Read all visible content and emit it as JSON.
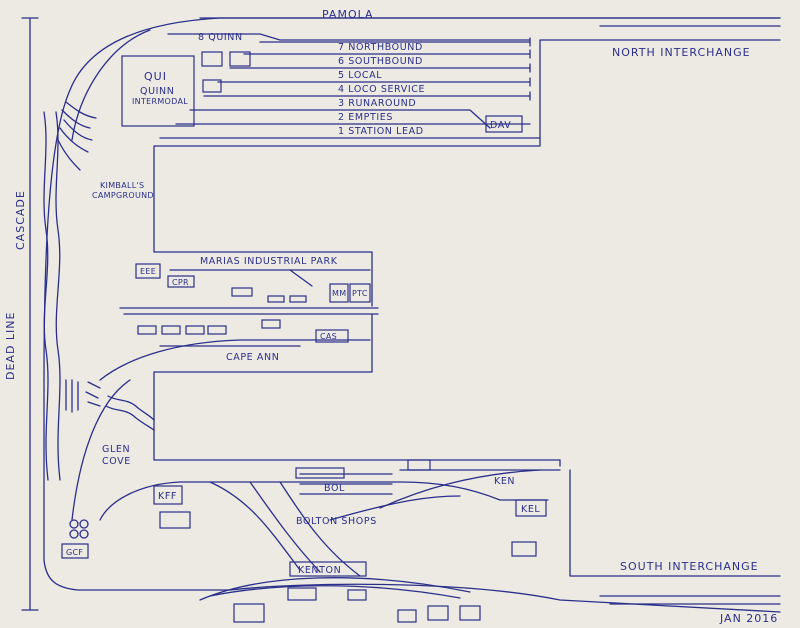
{
  "labels": {
    "pamola": "PAMOLA",
    "quinn_track": "8 QUINN",
    "northbound": "7 NORTHBOUND",
    "southbound": "6 SOUTHBOUND",
    "local": "5 LOCAL",
    "loco_service": "4 LOCO SERVICE",
    "runaround": "3 RUNAROUND",
    "empties": "2 EMPTIES",
    "station_lead": "1 STATION LEAD",
    "north_interchange": "NORTH INTERCHANGE",
    "south_interchange": "SOUTH INTERCHANGE",
    "qui": "QUI",
    "quinn_intermodal_1": "QUINN",
    "quinn_intermodal_2": "INTERMODAL",
    "dav": "DAV",
    "kimballs_1": "KIMBALL'S",
    "kimballs_2": "CAMPGROUND",
    "marias": "MARIAS INDUSTRIAL PARK",
    "eee": "EEE",
    "cpr": "CPR",
    "mm": "MM",
    "ptc": "PTC",
    "cas": "CAS",
    "cape_ann": "CAPE ANN",
    "glen_1": "GLEN",
    "glen_2": "COVE",
    "kff": "KFF",
    "bol": "BOL",
    "bolton_shops": "BOLTON SHOPS",
    "ken": "KEN",
    "kel": "KEL",
    "kenton": "KENTON",
    "gcf": "GCF",
    "cascade": "CASCADE",
    "dead_line": "DEAD LINE",
    "date": "JAN 2016"
  }
}
